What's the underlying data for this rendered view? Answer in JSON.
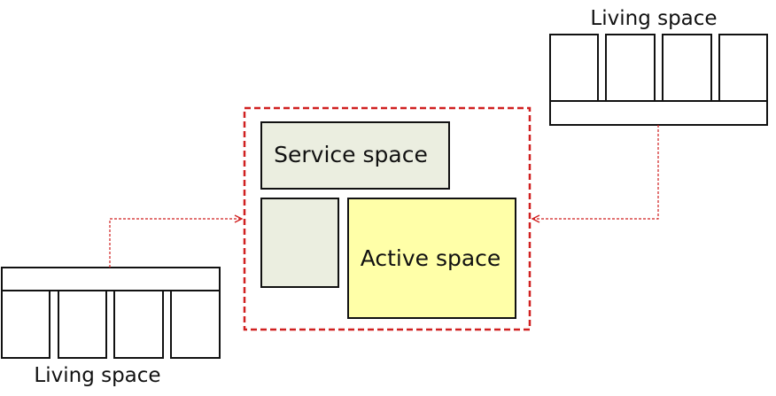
{
  "diagram": {
    "living_space_top_label": "Living space",
    "living_space_bottom_label": "Living space",
    "service_space_label": "Service space",
    "active_space_label": "Active space",
    "colors": {
      "dashed_frame": "#d02020",
      "connector": "#d02020",
      "service_fill": "#ebeee0",
      "active_fill": "#ffffa8",
      "outline": "#111111"
    }
  }
}
